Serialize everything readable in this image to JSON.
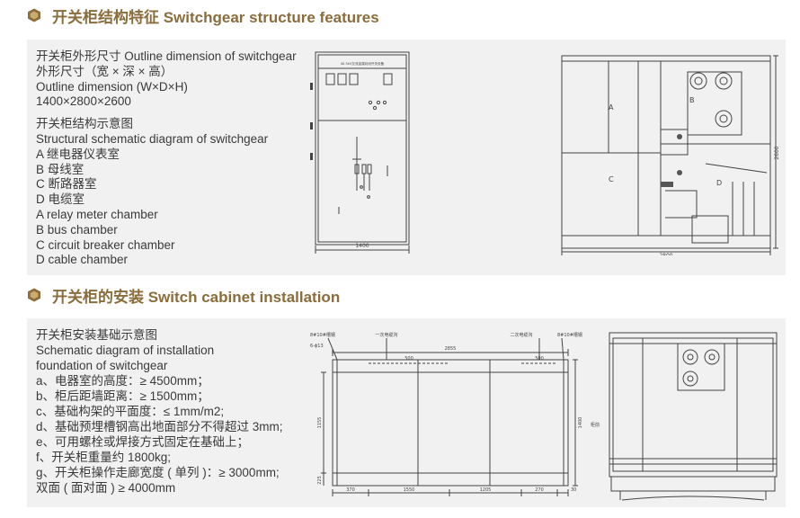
{
  "section1": {
    "title": "开关柜结构特征 Switchgear structure features",
    "lines_a": [
      "开关柜外形尺寸 Outline dimension of switchgear",
      "外形尺寸（宽 × 深 × 高）",
      "Outline dimension (W×D×H)",
      "1400×2800×2600"
    ],
    "lines_b": [
      "开关柜结构示意图",
      "Structural schematic diagram of switchgear",
      "A 继电器仪表室",
      "B 母线室",
      "C 断路器室",
      "D 电缆室",
      "A relay meter chamber",
      "B bus chamber",
      "C circuit breaker chamber",
      "D cable chamber"
    ],
    "front_view": {
      "width_label": "1400",
      "plate_text": "40.5kV交流金属封闭开关设备"
    },
    "side_view": {
      "width_label": "2800",
      "height_label": "2600",
      "labels": [
        "A",
        "B",
        "C",
        "D"
      ]
    }
  },
  "section2": {
    "title": "开关柜的安装 Switch cabinet installation",
    "lines": [
      "开关柜安装基础示意图",
      "Schematic diagram of installation",
      "foundation of switchgear",
      "a、电器室的高度：≥ 4500mm；",
      "b、柜后距墙距离：≥ 1500mm；",
      "c、基础构架的平面度：≤ 1mm/m2;",
      "d、基础预埋槽钢高出地面部分不得超过 3mm;",
      "e、可用螺栓或焊接方式固定在基础上；",
      "f、开关柜重量约 1800kg;",
      "g、开关柜操作走廊宽度 ( 单列 )：≥ 3000mm;",
      "双面 ( 面对面 ) ≥ 4000mm"
    ],
    "foundation": {
      "label_channel_left": "8#10#槽钢",
      "label_secondary_left": "6-ϕ13",
      "label_primary_trench": "一次电缆沟",
      "label_secondary_trench": "二次电缆沟",
      "label_channel_right": "8#10#槽钢",
      "label_front": "柜前",
      "dim_total": "2855",
      "dim_500_left": "500",
      "dim_500_right": "500",
      "dim_1155": "1155",
      "dim_1400": "1400",
      "dim_225": "225",
      "dim_370": "370",
      "dim_1550": "1550",
      "dim_1205": "1205",
      "dim_270": "270",
      "dim_30": "30"
    }
  },
  "colors": {
    "accent": "#8a6d3b",
    "panel": "#f1f1f1",
    "line": "#444444"
  }
}
